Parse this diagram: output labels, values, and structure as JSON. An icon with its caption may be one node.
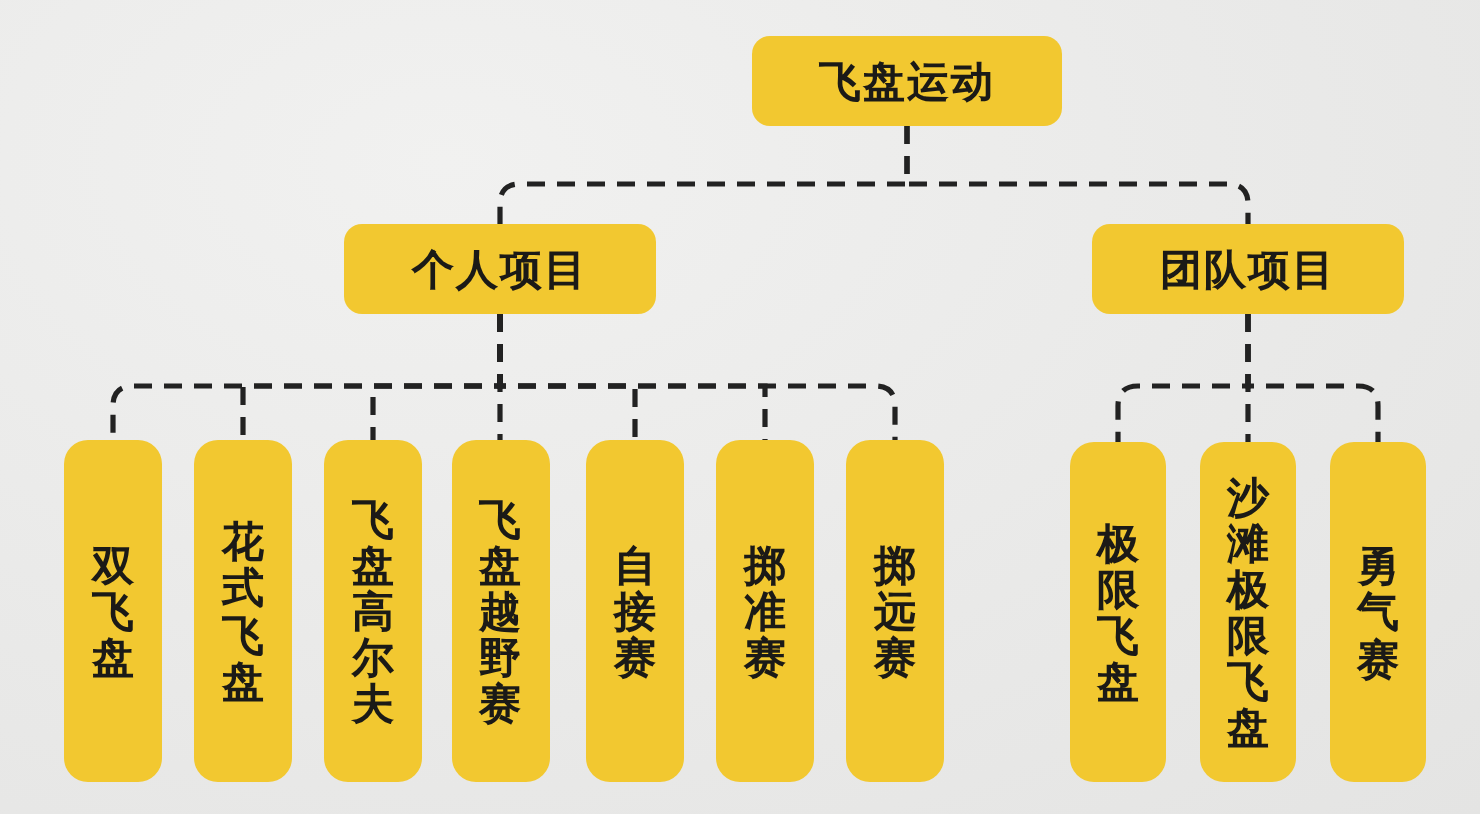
{
  "diagram": {
    "nodes": [
      {
        "text": [
          "飞盘运动"
        ]
      },
      {
        "text": [
          "个人项目"
        ]
      },
      {
        "text": [
          "团队项目"
        ]
      },
      {
        "text": [
          "双飞盘"
        ]
      },
      {
        "text": [
          "花式飞盘"
        ]
      },
      {
        "text": [
          "飞盘高尔夫"
        ]
      },
      {
        "text": [
          "飞盘越野赛"
        ]
      },
      {
        "text": [
          "自接赛"
        ]
      },
      {
        "text": [
          "掷准赛"
        ]
      },
      {
        "text": [
          "掷远赛"
        ]
      },
      {
        "text": [
          "极限飞盘"
        ]
      },
      {
        "text": [
          "沙滩极限飞盘"
        ]
      },
      {
        "text": [
          "勇气赛"
        ]
      }
    ],
    "edges": [
      {
        "from": 0,
        "to": 1,
        "arrow": "none",
        "style": "dashed"
      },
      {
        "from": 0,
        "to": 2,
        "arrow": "none",
        "style": "dashed"
      },
      {
        "from": 1,
        "to": 3,
        "arrow": "none",
        "style": "dashed"
      },
      {
        "from": 1,
        "to": 4,
        "arrow": "none",
        "style": "dashed"
      },
      {
        "from": 1,
        "to": 5,
        "arrow": "none",
        "style": "dashed"
      },
      {
        "from": 1,
        "to": 6,
        "arrow": "none",
        "style": "dashed"
      },
      {
        "from": 1,
        "to": 7,
        "arrow": "none",
        "style": "dashed"
      },
      {
        "from": 1,
        "to": 8,
        "arrow": "none",
        "style": "dashed"
      },
      {
        "from": 1,
        "to": 9,
        "arrow": "none",
        "style": "dashed"
      },
      {
        "from": 2,
        "to": 10,
        "arrow": "none",
        "style": "dashed"
      },
      {
        "from": 2,
        "to": 11,
        "arrow": "none",
        "style": "dashed"
      },
      {
        "from": 2,
        "to": 12,
        "arrow": "none",
        "style": "dashed"
      }
    ]
  }
}
